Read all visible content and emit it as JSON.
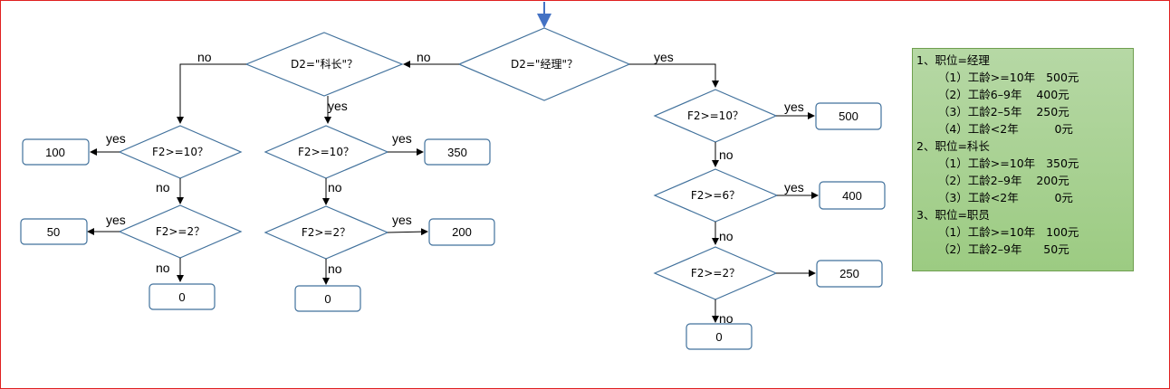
{
  "flowchart": {
    "root": "D2=\"经理\"？",
    "manager_branch": [
      {
        "condition": "F2>=10？",
        "yes": "500",
        "no_to_next": "no"
      },
      {
        "condition": "F2>=6？",
        "yes": "400",
        "no_to_next": "no"
      },
      {
        "condition": "F2>=2？",
        "yes": "250",
        "no": "0"
      }
    ],
    "section_chief_decision": "D2=\"科长\"？",
    "section_chief_branch": [
      {
        "condition": "F2>=10？",
        "yes": "350"
      },
      {
        "condition": "F2>=2？",
        "yes": "200",
        "no": "0"
      }
    ],
    "staff_branch": [
      {
        "condition": "F2>=10？",
        "yes": "100"
      },
      {
        "condition": "F2>=2？",
        "yes": "50",
        "no": "0"
      }
    ],
    "edge_labels": {
      "yes": "yes",
      "no": "no"
    }
  },
  "legend": [
    "1、职位=经理",
    "      （1）工龄>=10年   500元",
    "      （2）工龄6–9年    400元",
    "      （3）工龄2–5年    250元",
    "      （4）工龄<2年          0元",
    "2、职位=科长",
    "      （1）工龄>=10年   350元",
    "      （2）工龄2–9年    200元",
    "      （3）工龄<2年          0元",
    "3、职位=职员",
    "      （1）工龄>=10年   100元",
    "      （2）工龄2–9年      50元"
  ],
  "colors": {
    "shape_stroke": "#41719c",
    "entry_arrow": "#4472c4",
    "legend_fill": "#a9d18e",
    "frame": "#e02020"
  }
}
